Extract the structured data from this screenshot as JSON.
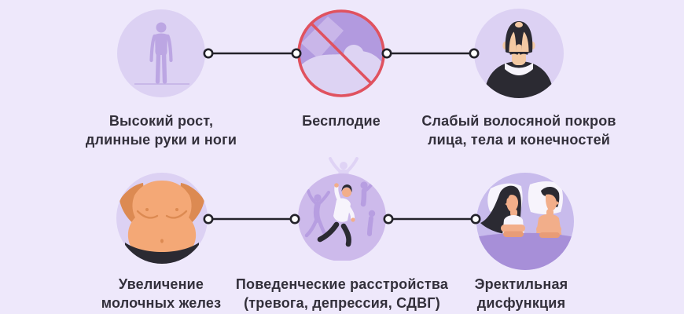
{
  "colors": {
    "background": "#EEE8FB",
    "text": "#33303B",
    "connector": "#23222A",
    "circle_bg": "#DCD1F3",
    "circle_bg_medium": "#CDBAEB",
    "circle_bg_couple": "#C8BBEC",
    "infertility_bg": "#B29ADF",
    "infertility_shape": "#C9B6E9",
    "infertility_light": "#DDD3F3",
    "prohibition_red": "#E0525F",
    "skin_tan": "#F4A876",
    "skin_crease": "#DC8A52",
    "skin_fair": "#F3C9A3",
    "skin_peach": "#F2AE8A",
    "skin_peach_dark": "#E89C77",
    "dark": "#2B2A32",
    "white_cloth": "#F7F4FC",
    "blanket": "#A78FD8",
    "silhouette": "#BCA6E3",
    "shadow_figure": "#B79EE1",
    "shadow_faint": "#DFD3F5",
    "ground": "#C8B8E8"
  },
  "items": [
    {
      "icon": "tall-figure-icon",
      "line1": "Высокий рост,",
      "line2": "длинные руки и ноги"
    },
    {
      "icon": "infertility-prohibited-icon",
      "line1": "Бесплодие",
      "line2": ""
    },
    {
      "icon": "balding-man-icon",
      "line1": "Слабый волосяной покров",
      "line2": "лица, тела и конечностей"
    },
    {
      "icon": "enlarged-breasts-icon",
      "line1": "Увеличение",
      "line2": "молочных желез"
    },
    {
      "icon": "behavioral-disorders-icon",
      "line1": "Поведенческие расстройства",
      "line2": "(тревога, депрессия, СДВГ)"
    },
    {
      "icon": "couple-in-bed-icon",
      "line1": "Эректильная",
      "line2": "дисфункция"
    }
  ]
}
